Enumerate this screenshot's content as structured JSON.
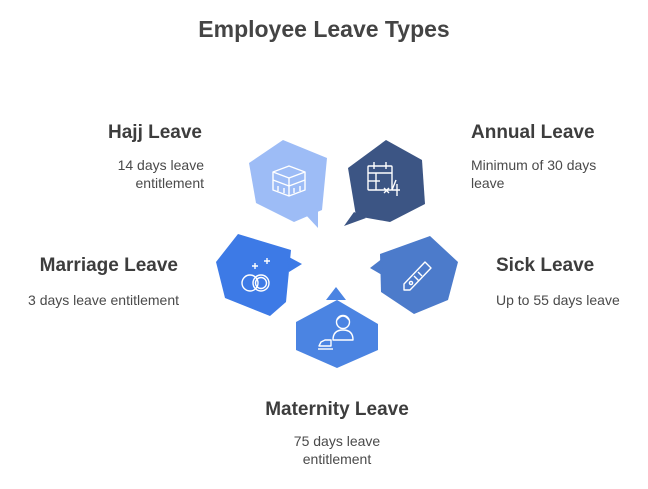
{
  "title": "Employee Leave Types",
  "items": [
    {
      "key": "hajj",
      "heading": "Hajj Leave",
      "desc_lines": [
        "14 days leave",
        "entitlement"
      ],
      "color": "#9dbcf6",
      "icon": "kaaba-icon"
    },
    {
      "key": "annual",
      "heading": "Annual Leave",
      "desc_lines": [
        "Minimum of 30 days",
        "leave"
      ],
      "color": "#3c5584",
      "icon": "calendar-multiply-icon"
    },
    {
      "key": "sick",
      "heading": "Sick Leave",
      "desc_lines": [
        "Up to 55 days leave"
      ],
      "color": "#4c7bcb",
      "icon": "thermometer-icon"
    },
    {
      "key": "maternity",
      "heading": "Maternity Leave",
      "desc_lines": [
        "75 days leave",
        "entitlement"
      ],
      "color": "#4b84e2",
      "icon": "mother-baby-icon"
    },
    {
      "key": "marriage",
      "heading": "Marriage Leave",
      "desc_lines": [
        "3 days leave entitlement"
      ],
      "color": "#3d7ae6",
      "icon": "wedding-rings-icon"
    }
  ]
}
